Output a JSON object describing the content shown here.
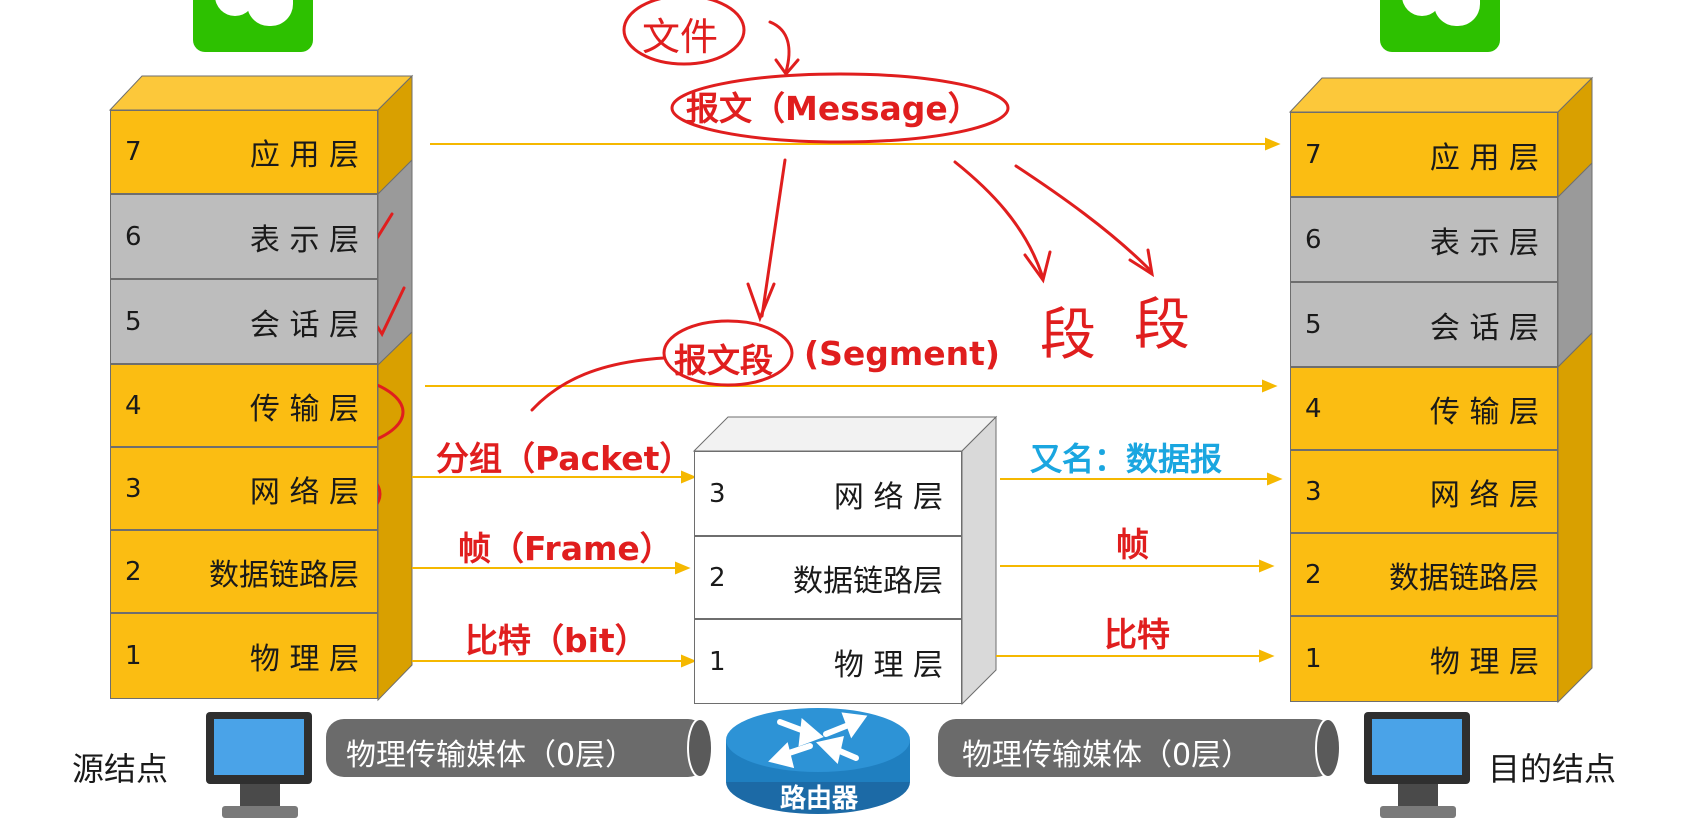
{
  "left_stack": {
    "layers": [
      {
        "num": "7",
        "name": "应 用 层",
        "color": "#fbbd12"
      },
      {
        "num": "6",
        "name": "表 示 层",
        "color": "#bdbdbd"
      },
      {
        "num": "5",
        "name": "会 话 层",
        "color": "#bdbdbd"
      },
      {
        "num": "4",
        "name": "传 输 层",
        "color": "#fbbd12"
      },
      {
        "num": "3",
        "name": "网 络 层",
        "color": "#fbbd12"
      },
      {
        "num": "2",
        "name": "数据链路层",
        "color": "#fbbd12"
      },
      {
        "num": "1",
        "name": "物 理 层",
        "color": "#fbbd12"
      }
    ]
  },
  "right_stack": {
    "layers": [
      {
        "num": "7",
        "name": "应 用 层",
        "color": "#fbbd12"
      },
      {
        "num": "6",
        "name": "表 示 层",
        "color": "#bdbdbd"
      },
      {
        "num": "5",
        "name": "会 话 层",
        "color": "#bdbdbd"
      },
      {
        "num": "4",
        "name": "传 输 层",
        "color": "#fbbd12"
      },
      {
        "num": "3",
        "name": "网 络 层",
        "color": "#fbbd12"
      },
      {
        "num": "2",
        "name": "数据链路层",
        "color": "#fbbd12"
      },
      {
        "num": "1",
        "name": "物 理 层",
        "color": "#fbbd12"
      }
    ]
  },
  "router_stack": {
    "layers": [
      {
        "num": "3",
        "name": "网 络 层"
      },
      {
        "num": "2",
        "name": "数据链路层"
      },
      {
        "num": "1",
        "name": "物 理 层"
      }
    ]
  },
  "pdu_labels": {
    "message": "报文（Message）",
    "segment_bold": "报文段",
    "segment_rest": "(Segment)",
    "packet": "分组（Packet）",
    "frame": "帧（Frame）",
    "bit": "比特（bit）",
    "alias": "又名：数据报",
    "frame_right": "帧",
    "bit_right": "比特"
  },
  "handwriting": {
    "file": "文件",
    "segment1": "段",
    "segment2": "段"
  },
  "nodes": {
    "source": "源结点",
    "destination": "目的结点",
    "router": "路由器",
    "media_left": "物理传输媒体（0层）",
    "media_right": "物理传输媒体（0层）"
  },
  "colors": {
    "accent_red": "#e01e1e",
    "accent_cyan": "#1aa6e0",
    "arrow_yellow": "#f5b800",
    "layer_yellow": "#fbbd12",
    "layer_gray": "#bdbdbd",
    "wechat_green": "#2dc100",
    "router_blue": "#1f7fc0",
    "media_gray": "#6b6b6b"
  }
}
